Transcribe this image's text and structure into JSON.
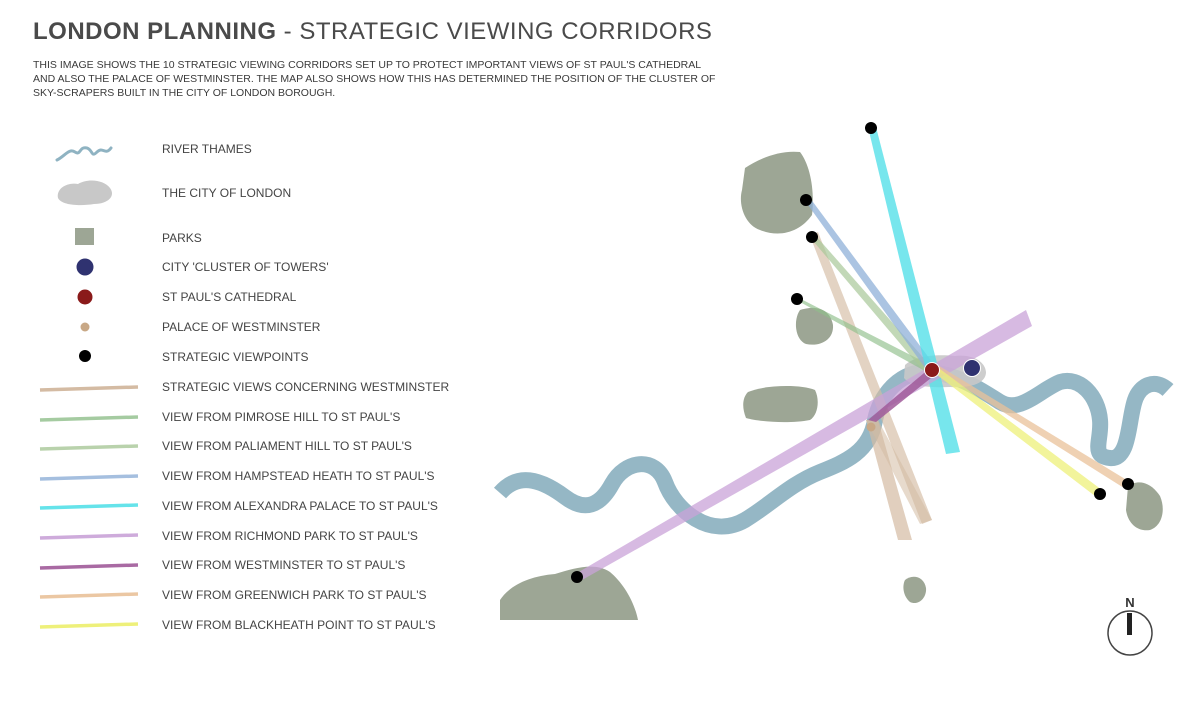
{
  "title": {
    "bold": "LONDON PLANNING",
    "light": "- STRATEGIC VIEWING CORRIDORS"
  },
  "description": "THIS IMAGE SHOWS THE 10 STRATEGIC VIEWING CORRIDORS SET UP TO PROTECT IMPORTANT VIEWS OF ST PAUL'S CATHEDRAL AND ALSO THE PALACE OF WESTMINSTER. THE MAP ALSO SHOWS HOW THIS HAS DETERMINED THE POSITION OF THE CLUSTER OF SKY-SCRAPERS BUILT IN THE CITY OF LONDON BOROUGH.",
  "legend": {
    "river": "RIVER THAMES",
    "city": "THE CITY OF LONDON",
    "parks": "PARKS",
    "cluster": "CITY 'CLUSTER OF TOWERS'",
    "stpauls": "ST PAUL'S CATHEDRAL",
    "westminster": "PALACE OF WESTMINSTER",
    "viewpoints": "STRATEGIC VIEWPOINTS",
    "views_westminster": "STRATEGIC VIEWS CONCERNING WESTMINSTER",
    "view_primrose": "VIEW FROM PIMROSE HILL TO ST PAUL'S",
    "view_parliament": "VIEW FROM PALIAMENT HILL TO ST PAUL'S",
    "view_hampstead": "VIEW FROM HAMPSTEAD HEATH TO ST PAUL'S",
    "view_alexandra": "VIEW FROM ALEXANDRA PALACE TO ST PAUL'S",
    "view_richmond": "VIEW FROM RICHMOND PARK TO ST PAUL'S",
    "view_westminster": "VIEW FROM WESTMINSTER TO ST PAUL'S",
    "view_greenwich": "VIEW FROM GREENWICH PARK TO ST PAUL'S",
    "view_blackheath": "VIEW FROM BLACKHEATH POINT TO ST PAUL'S"
  },
  "colors": {
    "river": "#8fb3c2",
    "city": "#c8c8c8",
    "park": "#9da695",
    "cluster": "#2f3270",
    "stpauls": "#8a1a1a",
    "westminster": "#c8a886",
    "viewpoint": "#000000",
    "westminster_views": "#d4bba3",
    "primrose": "#8fbf8a",
    "parliament": "#a8c898",
    "hampstead": "#8fb0d8",
    "alexandra": "#55e0e8",
    "richmond": "#c9a3d8",
    "westminster_view": "#a05a9a",
    "greenwich": "#e9c29a",
    "blackheath": "#eef07a"
  },
  "compass": {
    "label": "N"
  }
}
